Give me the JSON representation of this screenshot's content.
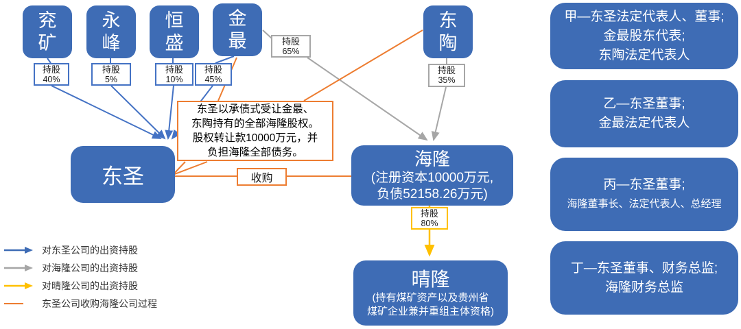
{
  "companies": {
    "yankuang": {
      "line1": "兖",
      "line2": "矿"
    },
    "yongfeng": {
      "line1": "永",
      "line2": "峰"
    },
    "hengsheng": {
      "line1": "恒",
      "line2": "盛"
    },
    "jinzui": {
      "line1": "金",
      "line2": "最"
    },
    "dongtao": {
      "line1": "东",
      "line2": "陶"
    },
    "dongsheng": {
      "name": "东圣"
    },
    "hailong": {
      "name": "海隆",
      "detail1": "(注册资本10000万元,",
      "detail2": "负债52158.26万元)"
    },
    "qinglong": {
      "name": "晴隆",
      "detail1": "(持有煤矿资产以及贵州省",
      "detail2": "煤矿企业兼并重组主体资格)"
    }
  },
  "stakes": {
    "yankuang_dongsheng": {
      "label": "持股",
      "pct": "40%"
    },
    "yongfeng_dongsheng": {
      "label": "持股",
      "pct": "5%"
    },
    "hengsheng_dongsheng": {
      "label": "持股",
      "pct": "10%"
    },
    "jinzui_dongsheng": {
      "label": "持股",
      "pct": "45%"
    },
    "jinzui_hailong": {
      "label": "持股",
      "pct": "65%"
    },
    "dongtao_hailong": {
      "label": "持股",
      "pct": "35%"
    },
    "hailong_qinglong": {
      "label": "持股",
      "pct": "80%"
    }
  },
  "acquisition": {
    "label": "收购"
  },
  "note": {
    "line1": "东圣以承债式受让金最、",
    "line2": "东陶持有的全部海隆股权。",
    "line3": "股权转让款10000万元，并",
    "line4": "负担海隆全部债务。"
  },
  "people": [
    {
      "line1": "甲—东圣法定代表人、董事;",
      "line2": "金最股东代表;",
      "line3": "东陶法定代表人"
    },
    {
      "line1": "乙—东圣董事;",
      "line2": "金最法定代表人"
    },
    {
      "line1": "丙—东圣董事;",
      "line2": "海隆董事长、法定代表人、总经理"
    },
    {
      "line1": "丁—东圣董事、财务总监;",
      "line2": "海隆财务总监"
    }
  ],
  "legend": [
    {
      "label": "对东圣公司的出资持股",
      "color": "#3E6CB5",
      "style": "arrow"
    },
    {
      "label": "对海隆公司的出资持股",
      "color": "#A6A6A6",
      "style": "arrow"
    },
    {
      "label": "对晴隆公司的出资持股",
      "color": "#FFC000",
      "style": "arrow"
    },
    {
      "label": "东圣公司收购海隆公司过程",
      "color": "#ED7D31",
      "style": "line"
    }
  ],
  "colors": {
    "box_fill": "#3E6CB5",
    "box_text": "#FFFFFF",
    "blue_line": "#4472C4",
    "gray_line": "#A6A6A6",
    "yellow_line": "#FFC000",
    "orange_line": "#ED7D31"
  }
}
